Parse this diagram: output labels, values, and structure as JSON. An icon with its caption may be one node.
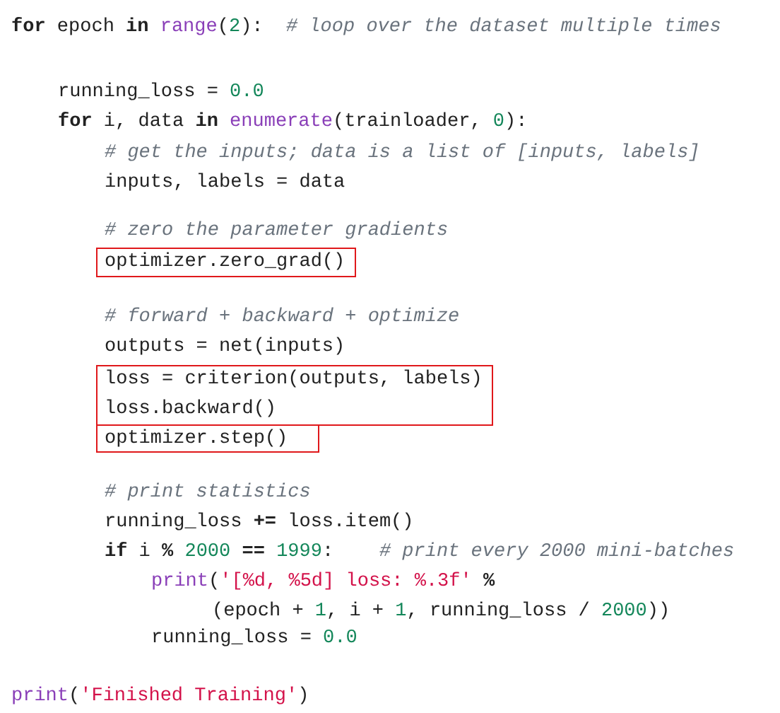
{
  "diagram": {
    "nodes": [
      {
        "text": [
          "optimizer.zero_grad()"
        ]
      },
      {
        "text": [
          "loss = criterion(outputs, labels)",
          "loss.backward()"
        ]
      },
      {
        "text": [
          "optimizer.step()"
        ]
      }
    ],
    "labels": [
      "for epoch in range(2):  # loop over the dataset multiple times",
      "running_loss = 0.0",
      "for i, data in enumerate(trainloader, 0):",
      "# get the inputs; data is a list of [inputs, labels]",
      "inputs, labels = data",
      "# zero the parameter gradients",
      "# forward + backward + optimize",
      "outputs = net(inputs)",
      "# print statistics",
      "running_loss += loss.item()",
      "if i % 2000 == 1999:    # print every 2000 mini-batches",
      "print('[%d, %5d] loss: %.3f' %",
      "(epoch + 1, i + 1, running_loss / 2000))",
      "running_loss = 0.0",
      "print('Finished Training')"
    ]
  }
}
